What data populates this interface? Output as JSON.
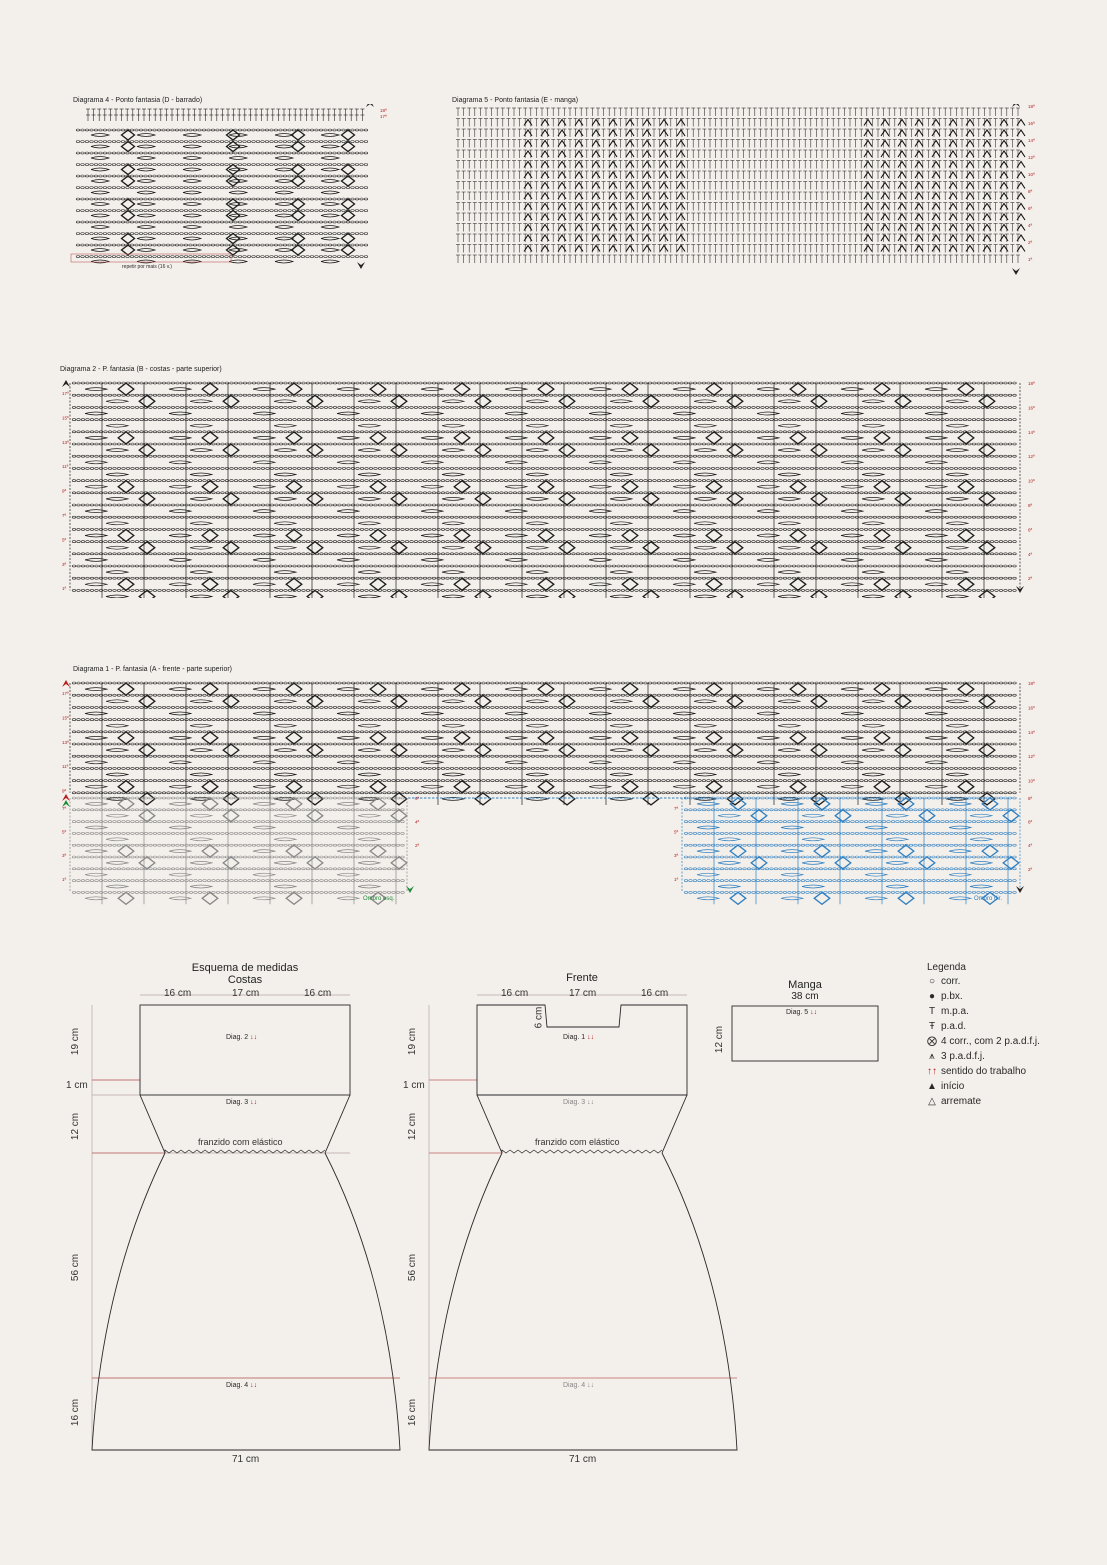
{
  "diagrams": {
    "d4": {
      "title": "Diagrama 4 -  Ponto fantasia (D - barrado)",
      "repeat_note": "repetir por mais (16 v.)",
      "rows": [
        "18ª",
        "17ª"
      ]
    },
    "d5": {
      "title": "Diagrama 5 -  Ponto fantasia (E - manga)",
      "rows": [
        "18ª",
        "16ª",
        "14ª",
        "12ª",
        "10ª",
        "8ª",
        "6ª",
        "4ª",
        "2ª",
        "1ª"
      ]
    },
    "d2": {
      "title": "Diagrama 2 -  P. fantasia (B - costas - parte superior)",
      "rows_left": [
        "17ª",
        "15ª",
        "13ª",
        "11ª",
        "9ª",
        "7ª",
        "5ª",
        "3ª",
        "1ª"
      ],
      "rows_right": [
        "18ª",
        "16ª",
        "14ª",
        "12ª",
        "10ª",
        "8ª",
        "6ª",
        "4ª",
        "2ª"
      ]
    },
    "d1": {
      "title": "Diagrama 1 -  P. fantasia (A - frente - parte superior)",
      "rows_left": [
        "17ª",
        "15ª",
        "13ª",
        "11ª",
        "9ª",
        "7ª",
        "5ª",
        "3ª",
        "1ª"
      ],
      "rows_right": [
        "18ª",
        "16ª",
        "14ª",
        "12ª",
        "10ª",
        "8ª",
        "6ª",
        "4ª",
        "2ª"
      ],
      "shoulder_left": "Ombro esq.",
      "shoulder_right": "Ombro dir.",
      "rows_mid": [
        "6ª",
        "4ª",
        "2ª"
      ]
    }
  },
  "schema": {
    "title_main": "Esquema de medidas",
    "back": {
      "title": "Costas",
      "top_left": "16 cm",
      "top_mid": "17 cm",
      "top_right": "16 cm",
      "h1": "19 cm",
      "h2": "1 cm",
      "h3": "12 cm",
      "h4": "56 cm",
      "h5": "16 cm",
      "bottom": "71 cm",
      "diag_a": "Diag. 2",
      "diag_b": "Diag. 3",
      "diag_c": "Diag. 4",
      "gather": "franzido com elástico"
    },
    "front": {
      "title": "Frente",
      "top_left": "16 cm",
      "top_mid": "17 cm",
      "top_right": "16 cm",
      "neck": "6 cm",
      "h1": "19 cm",
      "h2": "1 cm",
      "h3": "12 cm",
      "h4": "56 cm",
      "h5": "16 cm",
      "bottom": "71 cm",
      "diag_a": "Diag. 1",
      "diag_b": "Diag. 3",
      "diag_c": "Diag. 4",
      "gather": "franzido com elástico"
    },
    "sleeve": {
      "title": "Manga",
      "width": "38 cm",
      "height": "12 cm",
      "diag": "Diag. 5"
    }
  },
  "legend": {
    "title": "Legenda",
    "items": [
      {
        "icon": "chain-icon",
        "label": "corr."
      },
      {
        "icon": "slip-stitch-icon",
        "label": "p.bx."
      },
      {
        "icon": "half-double-crochet-icon",
        "label": "m.p.a."
      },
      {
        "icon": "double-crochet-icon",
        "label": "p.a.d."
      },
      {
        "icon": "ch4-cluster-icon",
        "label": "4 corr., com 2 p.a.d.f.j."
      },
      {
        "icon": "cluster-3-icon",
        "label": "3 p.a.d.f.j."
      },
      {
        "icon": "direction-arrows-icon",
        "label": "sentido do trabalho"
      },
      {
        "icon": "start-icon",
        "label": "início"
      },
      {
        "icon": "finish-icon",
        "label": "arremate"
      }
    ]
  },
  "colors": {
    "red": "#b32020",
    "green": "#1f8a3a",
    "blue": "#2f7fc1",
    "gray": "#888888",
    "line": "#b8a8a8"
  }
}
